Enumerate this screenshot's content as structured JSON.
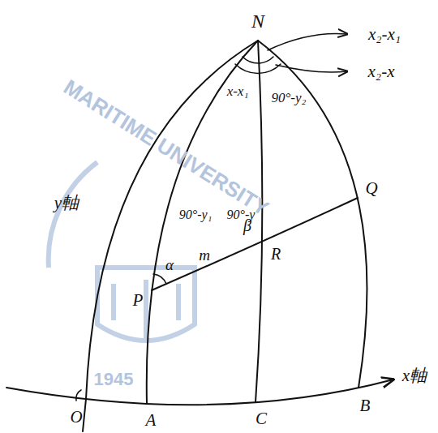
{
  "diagram": {
    "labels": [
      "N",
      "x₂-x₁",
      "x₂-x",
      "x-x₁",
      "90°-y₂",
      "90°-y₁",
      "90°-y",
      "y軸",
      "Q",
      "β",
      "R",
      "α",
      "m",
      "P",
      "O",
      "A",
      "C",
      "B",
      "x軸",
      "MARITIME UNIVERSITY",
      "1945"
    ]
  }
}
